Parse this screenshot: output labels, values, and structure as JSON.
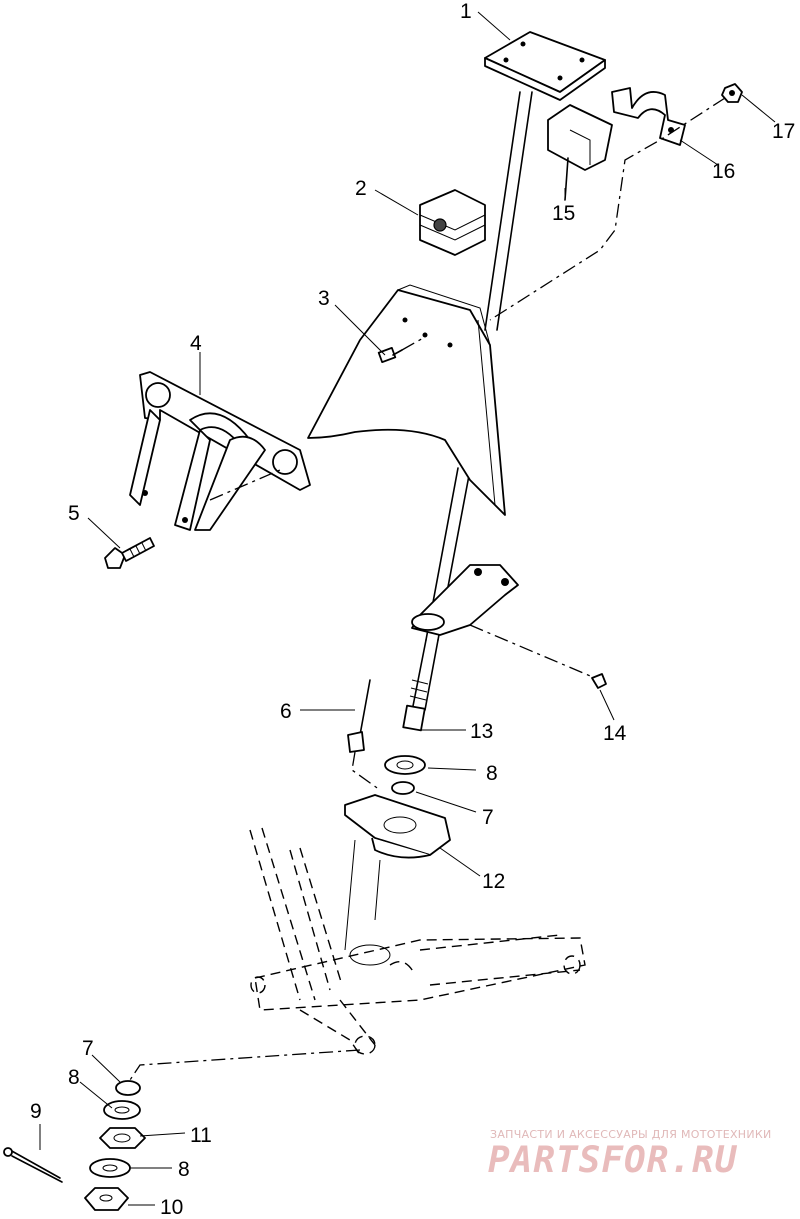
{
  "callouts": {
    "c1": "1",
    "c2": "2",
    "c3": "3",
    "c4": "4",
    "c5": "5",
    "c6": "6",
    "c7a": "7",
    "c7b": "7",
    "c8a": "8",
    "c8b": "8",
    "c8c": "8",
    "c9": "9",
    "c10": "10",
    "c11": "11",
    "c12": "12",
    "c13": "13",
    "c14": "14",
    "c15": "15",
    "c16": "16",
    "c17": "17"
  },
  "watermark": {
    "tagline": "ЗАПЧАСТИ И АКСЕССУАРЫ ДЛЯ МОТОТЕХНИКИ",
    "logo": "PARTSFOR.RU",
    "color": "#e9bcbc"
  }
}
